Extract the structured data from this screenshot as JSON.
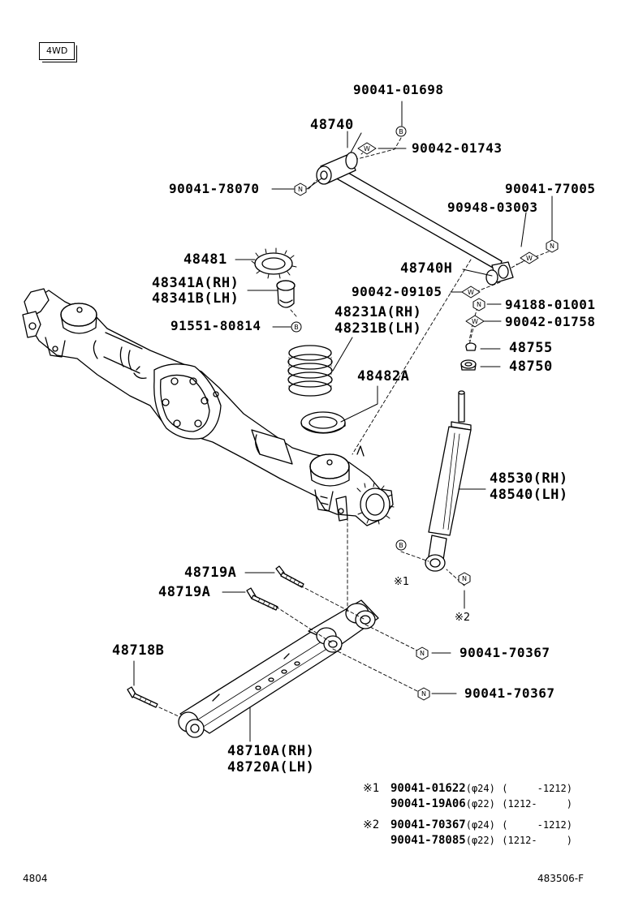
{
  "badge": "4WD",
  "labels": {
    "p90041_01698": "90041-01698",
    "p48740": "48740",
    "p90042_01743": "90042-01743",
    "p90041_78070": "90041-78070",
    "p90041_77005": "90041-77005",
    "p90948_03003": "90948-03003",
    "p48481": "48481",
    "p48740H": "48740H",
    "p48341A": "48341A(RH)",
    "p48341B": "48341B(LH)",
    "p90042_09105": "90042-09105",
    "p94188_01001": "94188-01001",
    "p48231A": "48231A(RH)",
    "p48231B": "48231B(LH)",
    "p91551_80814": "91551-80814",
    "p90042_01758": "90042-01758",
    "p48755": "48755",
    "p48750": "48750",
    "p48482A": "48482A",
    "p48530": "48530(RH)",
    "p48540": "48540(LH)",
    "p48719A_1": "48719A",
    "p48719A_2": "48719A",
    "p48718B": "48718B",
    "p90041_70367_1": "90041-70367",
    "p90041_70367_2": "90041-70367",
    "p48710A": "48710A(RH)",
    "p48720A": "48720A(LH)",
    "ref1": "※1",
    "ref2": "※2"
  },
  "glyphs": {
    "B": "B",
    "W": "W",
    "N": "N"
  },
  "notes": [
    {
      "mark": "※1",
      "part": "90041-01622",
      "dia": "(φ24)",
      "range": "(     -1212)"
    },
    {
      "mark": "",
      "part": "90041-19A06",
      "dia": "(φ22)",
      "range": "(1212-     )"
    },
    {
      "mark": "※2",
      "part": "90041-70367",
      "dia": "(φ24)",
      "range": "(     -1212)"
    },
    {
      "mark": "",
      "part": "90041-78085",
      "dia": "(φ22)",
      "range": "(1212-     )"
    }
  ],
  "footer": {
    "left": "4804",
    "right": "483506-F"
  }
}
